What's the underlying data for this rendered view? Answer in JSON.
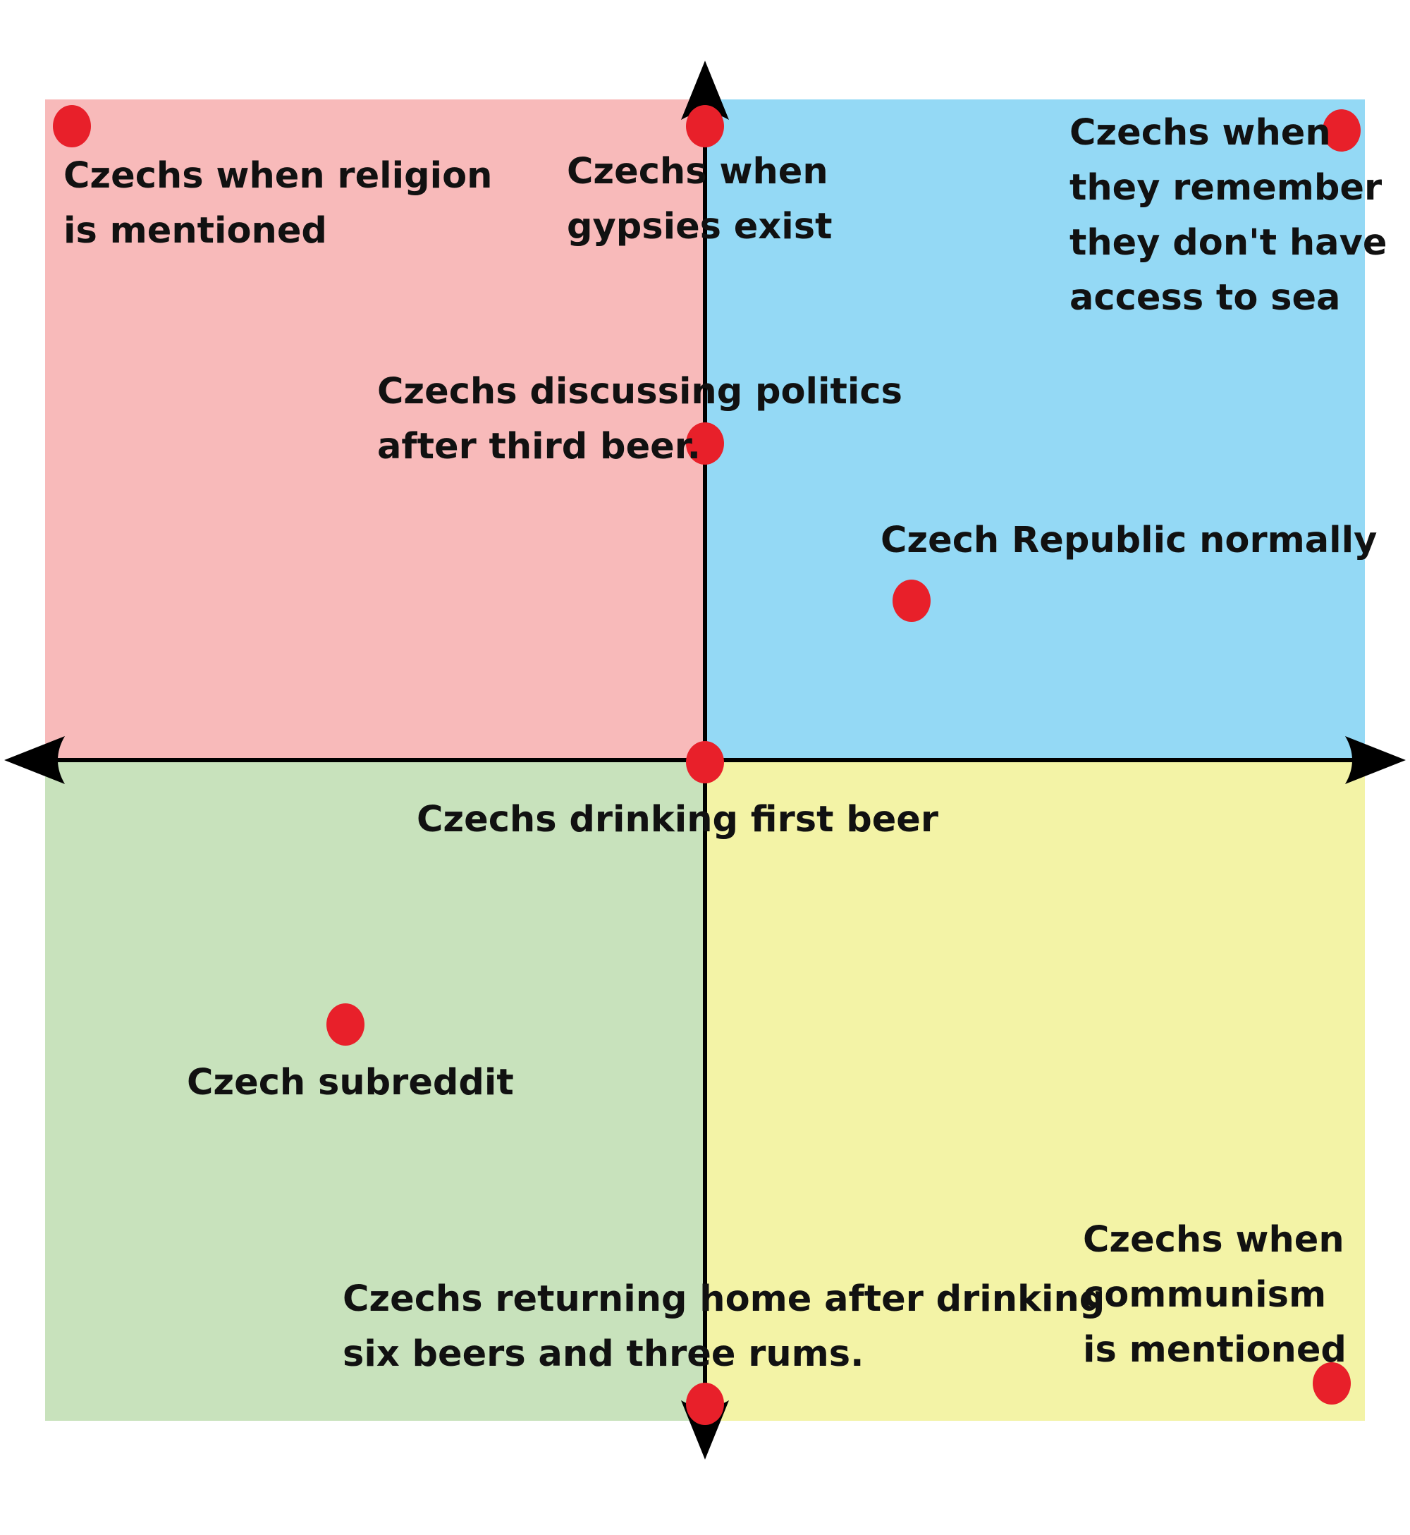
{
  "colors": {
    "top_left": "#f8baba",
    "top_right": "#94d9f5",
    "bottom_left": "#c8e2bc",
    "bottom_right": "#f3f3a6",
    "axis": "#000000",
    "dot": "#e8202a"
  },
  "points": [
    {
      "label": "Czechs when religion\nis mentioned"
    },
    {
      "label": "Czechs when\ngypsies exist"
    },
    {
      "label": "Czechs when\nthey remember\nthey don't have\naccess to sea"
    },
    {
      "label": "Czechs discussing politics\nafter third beer."
    },
    {
      "label": "Czech Republic normally"
    },
    {
      "label": "Czechs drinking first beer"
    },
    {
      "label": "Czech subreddit"
    },
    {
      "label": "Czechs when\ncommunism\nis mentioned"
    },
    {
      "label": "Czechs returning home after drinking\nsix beers and three rums."
    }
  ]
}
